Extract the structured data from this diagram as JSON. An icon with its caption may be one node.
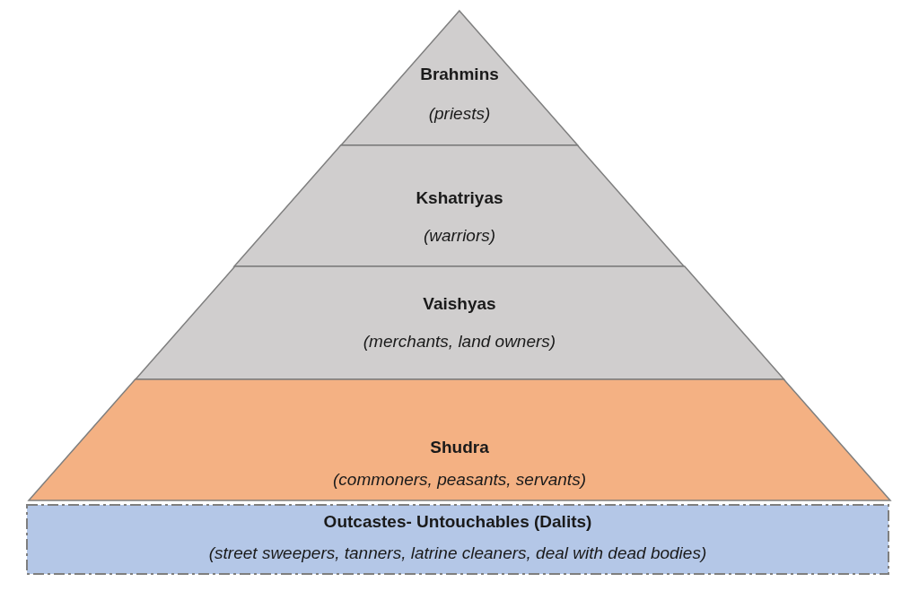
{
  "diagram": {
    "nodes": [
      {
        "text": [
          "Brahmins",
          "(priests)"
        ]
      },
      {
        "text": [
          "Kshatriyas",
          "(warriors)"
        ]
      },
      {
        "text": [
          "Vaishyas",
          "(merchants, land owners)"
        ]
      },
      {
        "text": [
          "Shudra",
          "(commoners, peasants, servants)"
        ]
      },
      {
        "text": [
          "Outcastes- Untouchables (Dalits)",
          "(street sweepers, tanners, latrine cleaners, deal with dead bodies)"
        ]
      }
    ]
  }
}
